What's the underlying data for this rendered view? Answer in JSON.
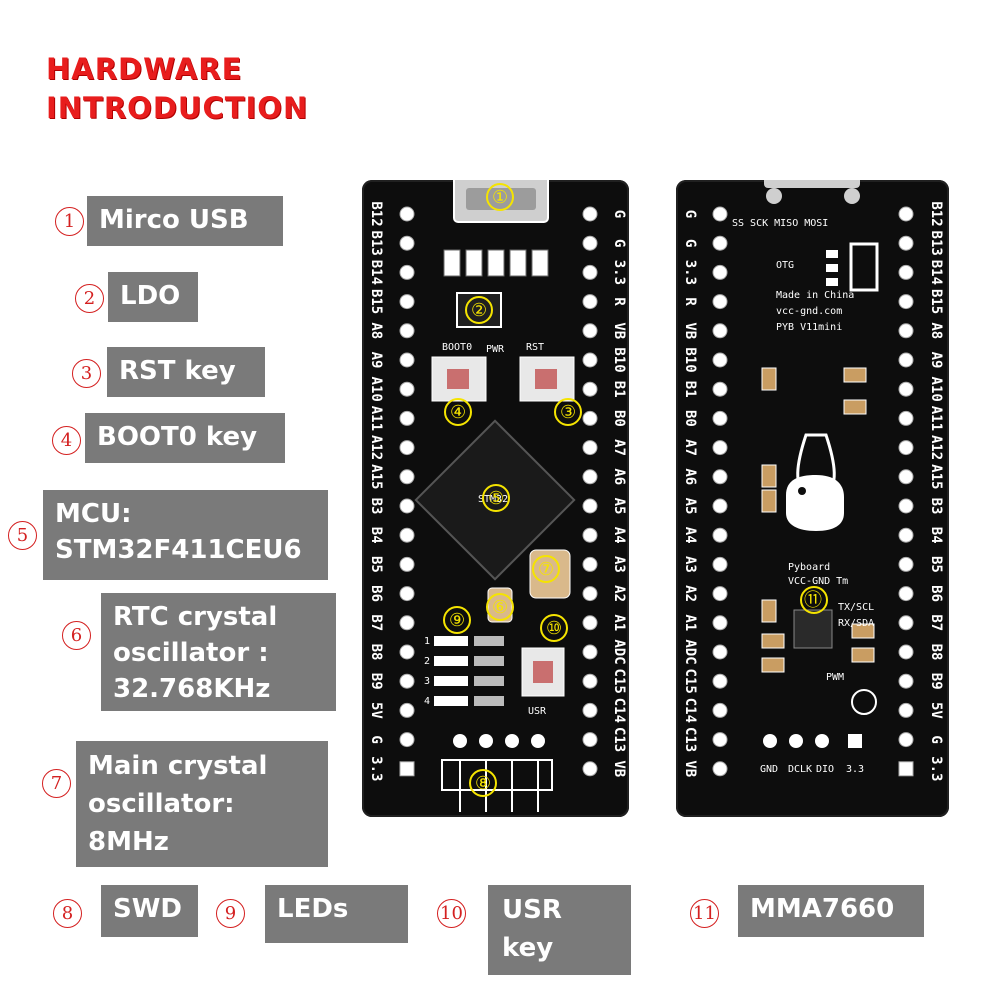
{
  "title": {
    "line1": "HARDWARE",
    "line2": "INTRODUCTION"
  },
  "features": [
    {
      "num": "1",
      "label": "Mirco USB"
    },
    {
      "num": "2",
      "label": "LDO"
    },
    {
      "num": "3",
      "label": "RST key"
    },
    {
      "num": "4",
      "label": "BOOT0 key"
    },
    {
      "num": "5",
      "label_l1": "MCU:",
      "label_l2": "STM32F411CEU6"
    },
    {
      "num": "6",
      "label_l1": "RTC crystal",
      "label_l2": "oscillator :",
      "label_l3": "32.768KHz"
    },
    {
      "num": "7",
      "label_l1": "Main crystal",
      "label_l2": "oscillator:",
      "label_l3": "8MHz"
    },
    {
      "num": "8",
      "label": "SWD"
    },
    {
      "num": "9",
      "label": "LEDs"
    },
    {
      "num": "10",
      "label_l1": "USR",
      "label_l2": "key"
    },
    {
      "num": "11",
      "label": "MMA7660"
    }
  ],
  "front_board": {
    "left_pins": [
      "B12",
      "B13",
      "B14",
      "B15",
      "A8",
      "A9",
      "A10",
      "A11",
      "A12",
      "A15",
      "B3",
      "B4",
      "B5",
      "B6",
      "B7",
      "B8",
      "B9",
      "5V",
      "G",
      "3.3"
    ],
    "right_pins": [
      "G",
      "G",
      "3.3",
      "R",
      "VB",
      "B10",
      "B1",
      "B0",
      "A7",
      "A6",
      "A5",
      "A4",
      "A3",
      "A2",
      "A1",
      "ADC",
      "C15",
      "C14",
      "C13",
      "VB"
    ],
    "button_boot0": "BOOT0",
    "button_rst": "RST",
    "pwr": "PWR",
    "usr": "USR",
    "led_numbers": [
      "1",
      "2",
      "3",
      "4"
    ],
    "chip_text": "STM32",
    "markers": [
      "①",
      "②",
      "③",
      "④",
      "⑤",
      "⑥",
      "⑦",
      "⑧",
      "⑨",
      "⑩"
    ]
  },
  "back_board": {
    "left_pins": [
      "G",
      "G",
      "3.3",
      "R",
      "VB",
      "B10",
      "B1",
      "B0",
      "A7",
      "A6",
      "A5",
      "A4",
      "A3",
      "A2",
      "A1",
      "ADC",
      "C15",
      "C14",
      "C13",
      "VB"
    ],
    "right_pins": [
      "B12",
      "B13",
      "B14",
      "B15",
      "A8",
      "A9",
      "A10",
      "A11",
      "A12",
      "A15",
      "B3",
      "B4",
      "B5",
      "B6",
      "B7",
      "B8",
      "B9",
      "5V",
      "G",
      "3.3"
    ],
    "otg": "OTG",
    "made_in": "Made in China",
    "url": "vcc-gnd.com",
    "model": "PYB V11mini",
    "brand_1": "Pyboard",
    "brand_2": "VCC-GND Tm",
    "swd_labels": [
      "GND",
      "DCLK",
      "DIO",
      "3.3"
    ],
    "pwm": "PWM",
    "spi": "SS SCK MISO MOSI",
    "i2c_1": "TX/SCL",
    "i2c_2": "RX/SDA",
    "marker": "⑪"
  }
}
